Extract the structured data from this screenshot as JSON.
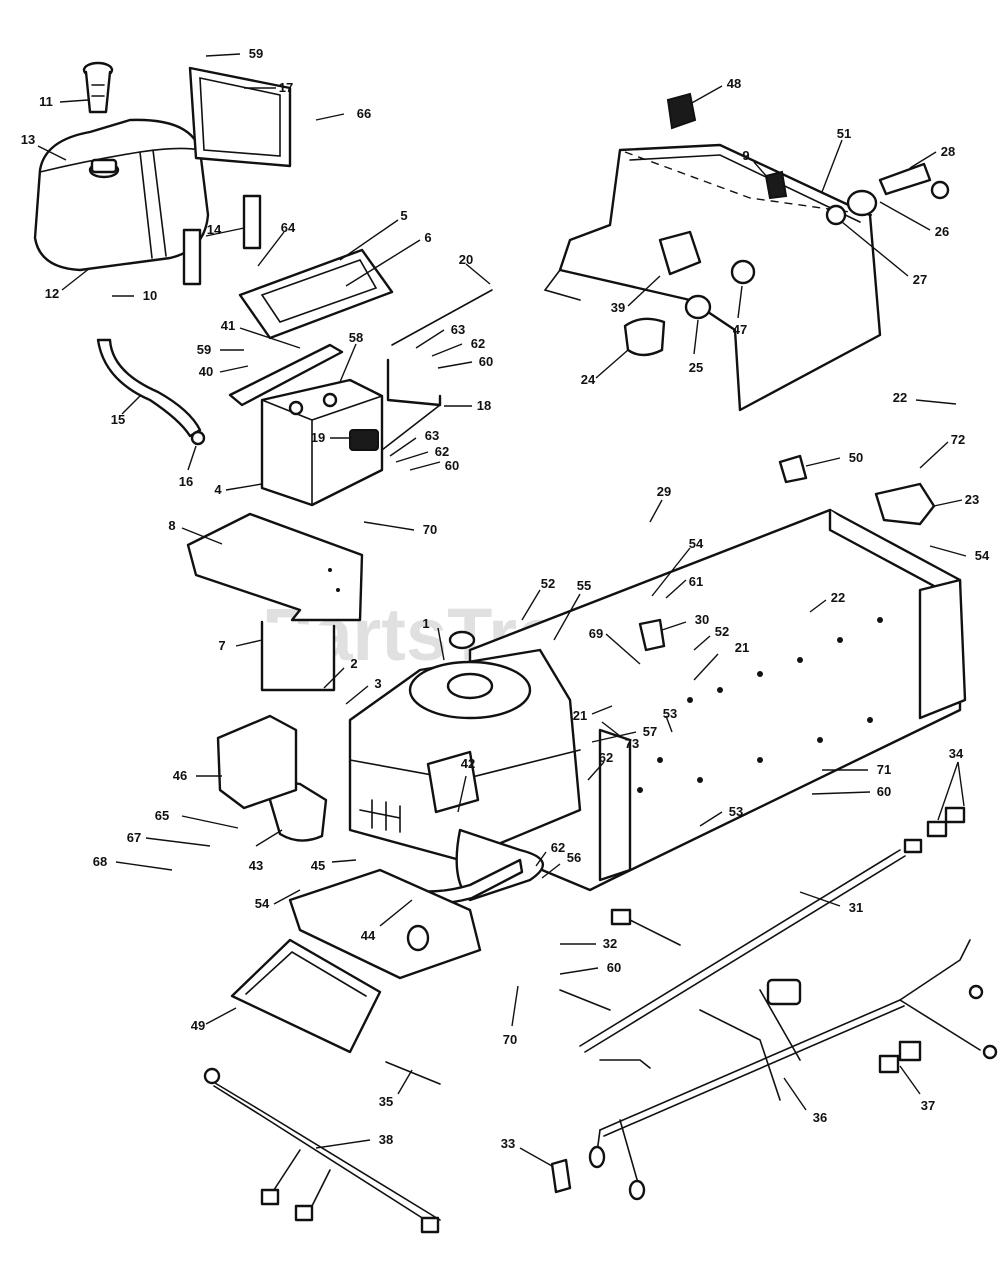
{
  "watermark": {
    "text": "PartsTree",
    "trademark": "TM"
  },
  "callouts": [
    "1",
    "2",
    "3",
    "4",
    "5",
    "6",
    "7",
    "8",
    "9",
    "10",
    "11",
    "12",
    "13",
    "14",
    "15",
    "16",
    "17",
    "18",
    "19",
    "20",
    "21",
    "22",
    "23",
    "24",
    "25",
    "26",
    "27",
    "28",
    "29",
    "30",
    "31",
    "32",
    "33",
    "34",
    "35",
    "36",
    "37",
    "38",
    "39",
    "40",
    "41",
    "42",
    "43",
    "44",
    "45",
    "46",
    "47",
    "48",
    "49",
    "50",
    "51",
    "52",
    "53",
    "54",
    "55",
    "56",
    "57",
    "58",
    "59",
    "60",
    "61",
    "62",
    "63",
    "64",
    "65",
    "66",
    "67",
    "68",
    "69",
    "70",
    "71",
    "72",
    "73"
  ]
}
